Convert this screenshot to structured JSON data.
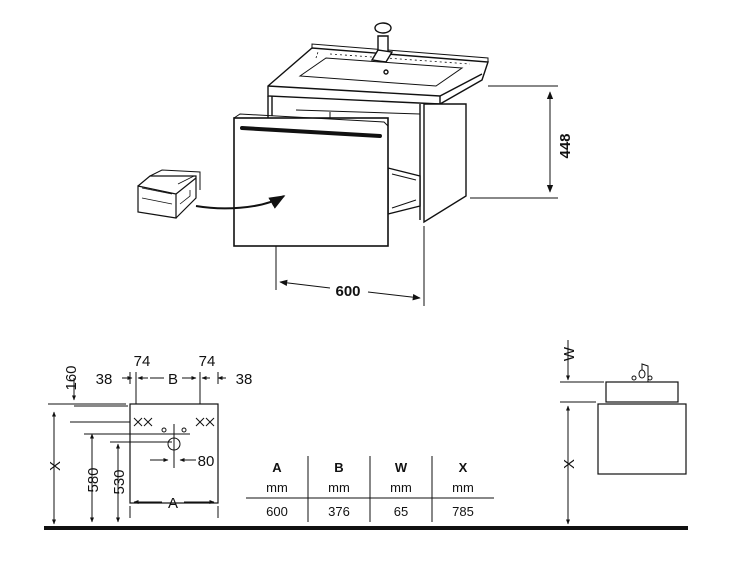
{
  "top_view": {
    "height_label": "448",
    "width_label": "600"
  },
  "front_view": {
    "dim_160": "160",
    "dim_74_left": "74",
    "dim_74_right": "74",
    "dim_38_left": "38",
    "dim_38_right": "38",
    "dim_B": "B",
    "dim_X": "X",
    "dim_580": "580",
    "dim_530": "530",
    "dim_80": "80",
    "dim_A": "A"
  },
  "side_view": {
    "dim_W": "W",
    "dim_X": "X"
  },
  "table": {
    "headers": [
      "A",
      "B",
      "W",
      "X"
    ],
    "units": [
      "mm",
      "mm",
      "mm",
      "mm"
    ],
    "values": [
      "600",
      "376",
      "65",
      "785"
    ]
  }
}
